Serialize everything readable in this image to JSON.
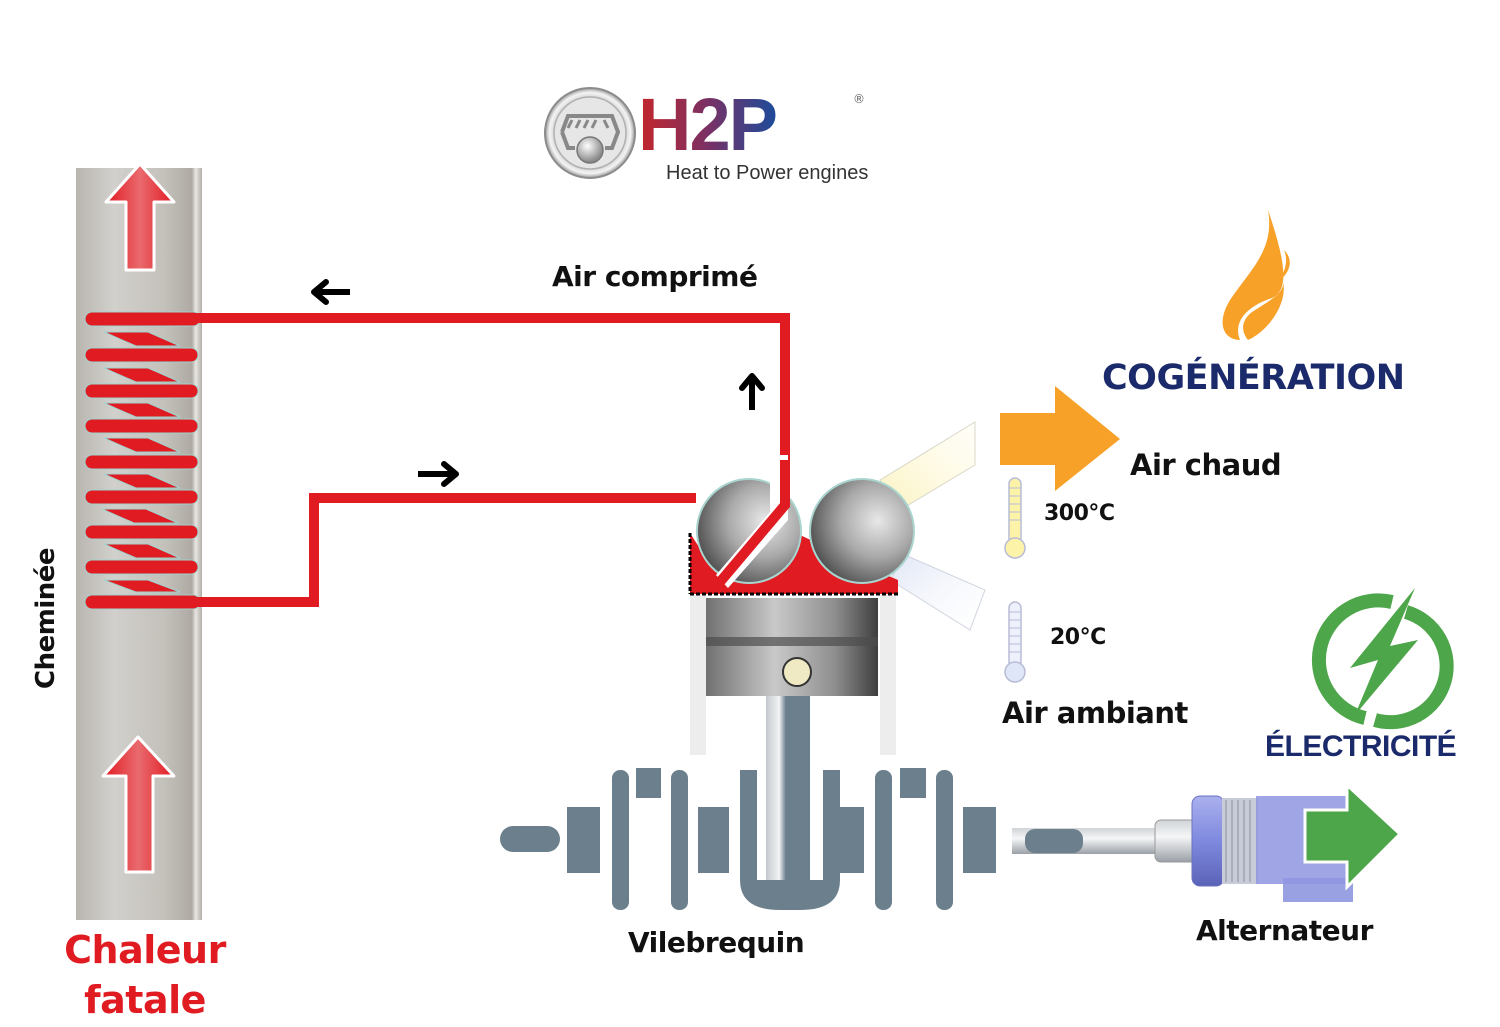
{
  "logo": {
    "brand": "H2P",
    "registered": "®",
    "tagline": "Heat to Power engines",
    "gradient": [
      "#c4262a",
      "#7b3064",
      "#1d4b9a"
    ]
  },
  "labels": {
    "chimney": "Cheminée",
    "waste_heat_line1": "Chaleur",
    "waste_heat_line2": "fatale",
    "compressed_air": "Air comprimé",
    "crankshaft": "Vilebrequin",
    "alternator": "Alternateur",
    "hot_air": "Air chaud",
    "ambient_air": "Air ambiant",
    "hot_temp": "300°C",
    "ambient_temp": "20°C",
    "cogeneration": "COGÉNÉRATION",
    "electricity": "ÉLECTRICITÉ"
  },
  "flow_arrows": [
    {
      "name": "flow-left-arrow",
      "direction": "left"
    },
    {
      "name": "flow-up-arrow",
      "direction": "up"
    },
    {
      "name": "flow-right-arrow",
      "direction": "right"
    }
  ],
  "colors": {
    "pipe_red": "#e11b22",
    "cogeneration_orange": "#f7a128",
    "electricity_green": "#4ea64a",
    "title_navy": "#1b2a6b",
    "crank_slate": "#6c7f8c",
    "alternator_blue": "#8f97e0"
  }
}
